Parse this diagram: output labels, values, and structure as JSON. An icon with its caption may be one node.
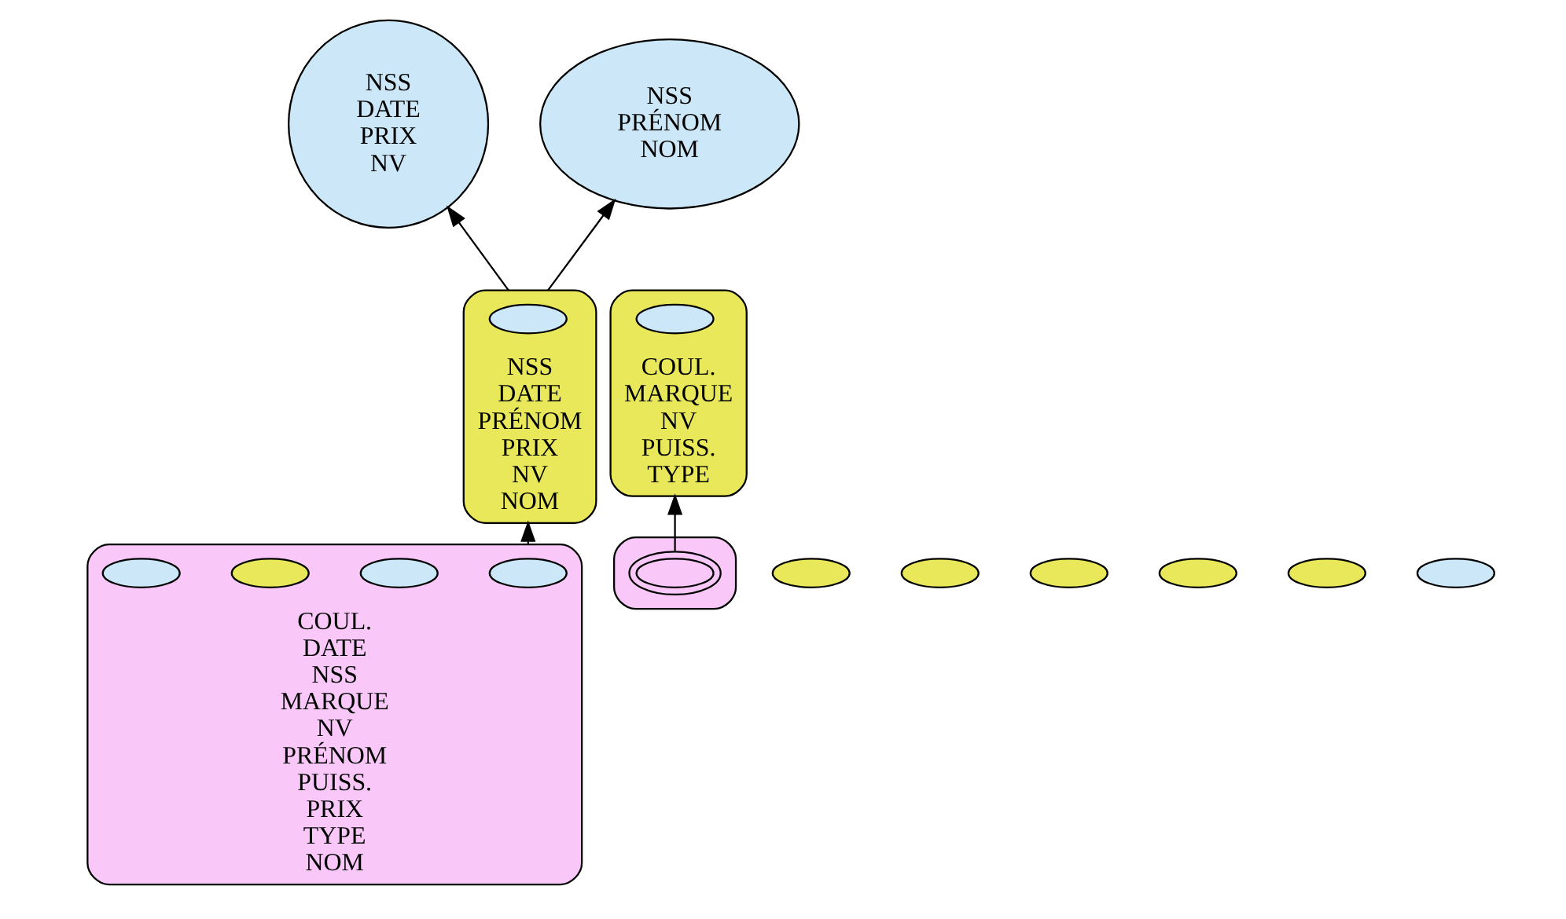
{
  "diagram": {
    "nodes": [
      {
        "text": [
          "NSS",
          "DATE",
          "PRIX",
          "NV"
        ]
      },
      {
        "text": [
          "NSS",
          "PRÉNOM",
          "NOM"
        ]
      },
      {
        "text": [
          "COUL.",
          "MARQUE",
          "NV",
          "PUISS.",
          "TYPE"
        ]
      },
      {
        "text": [],
        "shape": "ellipse",
        "in": 2
      },
      {
        "text": [
          "NSS",
          "DATE",
          "PRÉNOM",
          "PRIX",
          "NV",
          "NOM"
        ]
      },
      {
        "text": [],
        "shape": "ellipse",
        "in": 4
      },
      {
        "text": [],
        "shape": "ellipse"
      },
      {
        "text": [],
        "shape": "ellipse"
      },
      {
        "text": [
          "COUL.",
          "DATE",
          "NSS",
          "MARQUE",
          "NV",
          "PRÉNOM",
          "PUISS.",
          "PRIX",
          "TYPE",
          "NOM"
        ]
      },
      {
        "text": [],
        "shape": "ellipse",
        "in": 8
      },
      {
        "text": [],
        "shape": "ellipse",
        "in": 8
      },
      {
        "text": [],
        "shape": "ellipse"
      },
      {
        "text": [],
        "shape": "ellipse",
        "in": 8
      },
      {
        "text": [],
        "shape": "ellipse"
      },
      {
        "text": [],
        "shape": "ellipse",
        "in": 13
      },
      {
        "text": [],
        "shape": "ellipse"
      },
      {
        "text": [],
        "shape": "ellipse"
      },
      {
        "text": [],
        "shape": "ellipse"
      },
      {
        "text": [],
        "shape": "ellipse",
        "in": 8
      }
    ],
    "edges": [
      {
        "from": 14,
        "to": 2,
        "arrow": "to"
      },
      {
        "from": 8,
        "to": 4,
        "arrow": "to"
      },
      {
        "from": 4,
        "to": 0,
        "arrow": "to"
      },
      {
        "from": 4,
        "to": 1,
        "arrow": "to"
      }
    ]
  }
}
